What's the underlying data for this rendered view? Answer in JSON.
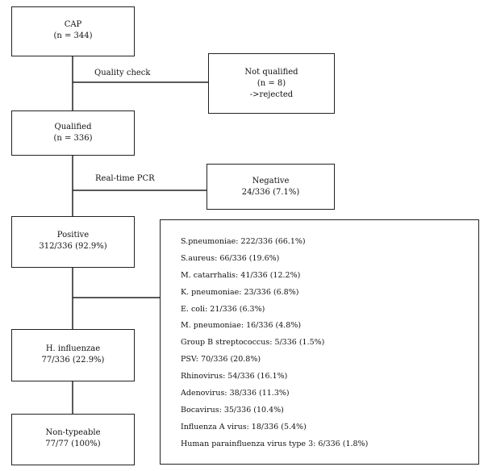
{
  "nodes": {
    "cap": {
      "title": "CAP",
      "count": "(n = 344)"
    },
    "not_qualified": {
      "title": "Not qualified",
      "count": "(n = 8)",
      "note": "->rejected"
    },
    "qualified": {
      "title": "Qualified",
      "count": "(n = 336)"
    },
    "negative": {
      "title": "Negative",
      "count": "24/336 (7.1%)"
    },
    "positive": {
      "title": "Positive",
      "count": "312/336 (92.9%)"
    },
    "h_influenzae": {
      "title": "H. influenzae",
      "count": "77/336 (22.9%)"
    },
    "non_typeable": {
      "title": "Non-typeable",
      "count": "77/77 (100%)"
    }
  },
  "edge_labels": {
    "quality_check": "Quality check",
    "real_time_pcr": "Real-time PCR"
  },
  "pathogens": [
    "S.pneumoniae: 222/336 (66.1%)",
    "S.aureus: 66/336 (19.6%)",
    "M. catarrhalis: 41/336 (12.2%)",
    "K. pneumoniae: 23/336 (6.8%)",
    "E. coli: 21/336 (6.3%)",
    "M. pneumoniae: 16/336 (4.8%)",
    "Group B streptococcus: 5/336 (1.5%)",
    "PSV: 70/336 (20.8%)",
    "Rhinovirus: 54/336 (16.1%)",
    "Adenovirus: 38/336 (11.3%)",
    "Bocavirus: 35/336 (10.4%)",
    "Influenza A virus: 18/336 (5.4%)",
    "Human parainfluenza virus type 3: 6/336 (1.8%)"
  ]
}
